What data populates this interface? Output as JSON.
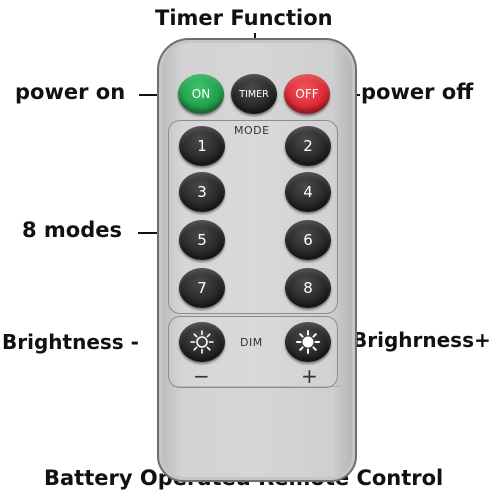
{
  "annotations": {
    "timer_function": "Timer Function",
    "power_on": "power on",
    "power_off": "power off",
    "modes": "8 modes",
    "brightness_minus": "Brightness -",
    "brightness_plus": "Brighrness+",
    "caption": "Battery Operated Remote Control"
  },
  "remote": {
    "top_buttons": [
      {
        "label": "ON",
        "color": "#1f9a4a"
      },
      {
        "label": "TIMER",
        "color": "#2a2a2a"
      },
      {
        "label": "OFF",
        "color": "#d8242f"
      }
    ],
    "mode_label": "MODE",
    "mode_buttons": [
      "1",
      "2",
      "3",
      "4",
      "5",
      "6",
      "7",
      "8"
    ],
    "dim_label": "DIM",
    "minus_sign": "−",
    "plus_sign": "+",
    "brightness_icons": [
      "sun-outline-icon",
      "sun-filled-icon"
    ]
  }
}
